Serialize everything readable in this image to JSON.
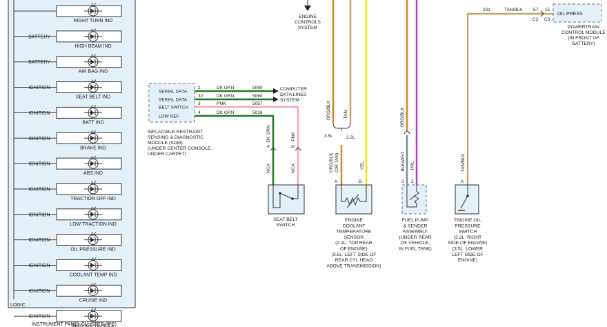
{
  "ipc": {
    "rows": [
      {
        "source": "",
        "label": "RIGHT TURN IND"
      },
      {
        "source": "BATTERY",
        "label": "HIGH BEAM IND"
      },
      {
        "source": "BATTERY",
        "label": "AIR BAG IND"
      },
      {
        "source": "IGNITION",
        "label": "SEAT BELT IND"
      },
      {
        "source": "IGNITION",
        "label": "BATT IND"
      },
      {
        "source": "IGNITION",
        "label": "BRAKE IND"
      },
      {
        "source": "IGNITION",
        "label": "ABS IND"
      },
      {
        "source": "IGNITION",
        "label": "TRACTION OFF IND"
      },
      {
        "source": "IGNITION",
        "label": "LOW TRACTION IND"
      },
      {
        "source": "IGNITION",
        "label": "OIL PRESSURE IND"
      },
      {
        "source": "IGNITION",
        "label": "COOLANT TEMP IND"
      },
      {
        "source": "IGNITION",
        "label": "CRUISE IND"
      },
      {
        "source": "IGNITION",
        "label": "SERVICE VEHICLE|SOON IND"
      }
    ],
    "logic_label": "LOGIC",
    "title": "INSTRUMENT PANEL CLUSTER (IPC)"
  },
  "sdm": {
    "pins": [
      {
        "label": "SERIAL DATA",
        "pin": "2",
        "color": "DK GRN",
        "circuit": "5060"
      },
      {
        "label": "SERIAL DATA",
        "pin": "32",
        "color": "DK GRN",
        "circuit": "5060"
      },
      {
        "label": "BELT SWITCH",
        "pin": "3",
        "color": "PNK",
        "circuit": "5057"
      },
      {
        "label": "LOW REF",
        "pin": "4",
        "color": "DK GRN",
        "circuit": "5016"
      }
    ],
    "caption": [
      "INFLATABLE RESTRAINT",
      "SENSING & DIAGNOSTIC",
      "MODULE (SDM)",
      "(UNDER CENTER CONSOLE,",
      "UNDER CARPET)"
    ],
    "computer_data_lines": [
      "COMPUTER",
      "DATA LINES",
      "SYSTEM"
    ]
  },
  "seat_belt": {
    "wire_a": "DK GRN",
    "wire_b": "PNK",
    "pin_a": "A",
    "pin_b": "B",
    "nca_a": "NCA",
    "nca_b": "NCA",
    "caption": [
      "SEAT BELT",
      "SWITCH"
    ]
  },
  "engine_controls": [
    "ENGINE",
    "CONTROLS",
    "SYSTEM"
  ],
  "ect": {
    "upper_left": "ORG/BLK",
    "upper_right": "TAN",
    "branch_35": "3.5L",
    "branch_22": "2.2L",
    "wire_a": "ORG/BLK|(OR TAN)",
    "wire_b": "YEL",
    "pin_a": "A",
    "pin_b": "B",
    "caption": [
      "ENGINE",
      "COOLANT",
      "TEMPERATURE",
      "SENSOR",
      "(2.2L: TOP REAR",
      "OF ENGINE)",
      "(3.5L: LEFT SIDE OF",
      "REAR CYL HEAD",
      "ABOVE TRANSMISSION)"
    ]
  },
  "fuel": {
    "upper_wire": "ORG/BLK",
    "wire_3": "BLK/WHT",
    "wire_2": "PPL",
    "pin_3": "3",
    "pin_2": "2",
    "caption": [
      "FUEL PUMP",
      "& SENDER",
      "ASSEMBLY",
      "(UNDER REAR",
      "OF VEHICLE,",
      "IN FUEL TANK)"
    ]
  },
  "oil": {
    "circuit": "231",
    "color": "TAN/BLK",
    "pin_57": "57",
    "pin_15": "15",
    "conn_c2": "C2",
    "conn_c3": "C3",
    "pcm_label": "OIL PRESS",
    "pcm_caption": [
      "POWERTRAIN",
      "CONTROL MODULE",
      "(IN FRONT OF",
      "BATTERY)"
    ],
    "vertical_wire": "TAN/BLK",
    "pin_a": "A",
    "caption": [
      "ENGINE OIL",
      "PRESSURE",
      "SWITCH",
      "(2.2L: RIGHT",
      "SIDE OF ENGINE)",
      "(3.5L: LOWER",
      "LEFT SIDE OF",
      "ENGINE)"
    ]
  },
  "colors": {
    "dk_grn": "#1f7a1f",
    "pnk": "#f4a8bc",
    "yel": "#f2e40c",
    "tan": "#c8a165",
    "orgblk": "#d08a22",
    "ppl": "#b03cc8",
    "blkwht": "#7a8aa0",
    "box_fill": "#e5f1f9",
    "line": "#2a2a2a"
  }
}
